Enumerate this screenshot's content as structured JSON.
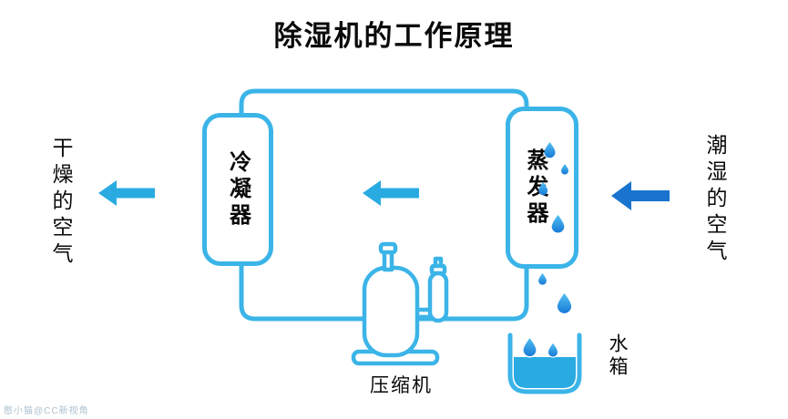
{
  "title": "除湿机的工作原理",
  "components": {
    "condenser": "冷凝器",
    "evaporator": "蒸发器",
    "compressor": "压缩机",
    "water_tank": "水箱"
  },
  "airflow": {
    "dry_air": "干燥的空气",
    "humid_air": "潮湿的空气"
  },
  "watermark": "憨小猫@CC新视角",
  "colors": {
    "pipe_outline": "#3bb4e8",
    "light_arrow": "#29abe2",
    "dark_arrow": "#1a74cf",
    "droplet_top": "#53c1f2",
    "droplet_bottom": "#1779d6",
    "water_fill": "#29abe2",
    "text": "#0a0a0a",
    "background": "#ffffff"
  }
}
